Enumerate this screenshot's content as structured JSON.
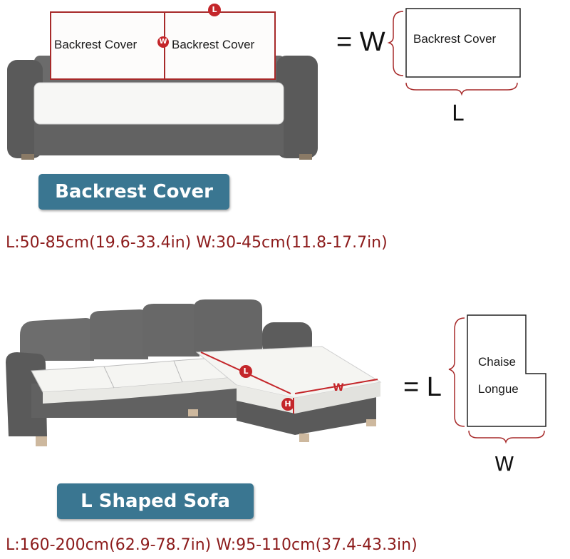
{
  "backrest": {
    "left_cushion_label": "Backrest Cover",
    "right_cushion_label": "Backrest Cover",
    "badge": "Backrest Cover",
    "dimensions": "L:50-85cm(19.6-33.4in)  W:30-45cm(11.8-17.7in)",
    "diagram_equals": "= W",
    "diagram_box_label": "Backrest Cover",
    "diagram_bottom_letter": "L",
    "marker_l": "L",
    "marker_w": "W"
  },
  "lsofa": {
    "badge": "L Shaped Sofa",
    "dimensions": "L:160-200cm(62.9-78.7in)  W:95-110cm(37.4-43.3in)",
    "diagram_equals": "= L",
    "diagram_box_line1": "Chaise",
    "diagram_box_line2": "Longue",
    "diagram_bottom_letter": "W",
    "marker_l": "L",
    "marker_w": "W",
    "marker_h": "H"
  },
  "colors": {
    "accent_red": "#8c1b1b",
    "marker_red": "#c4262a",
    "badge_blue": "#3a7691",
    "sofa_gray": "#5e5e5e",
    "cushion_white": "#f7f7f5"
  }
}
